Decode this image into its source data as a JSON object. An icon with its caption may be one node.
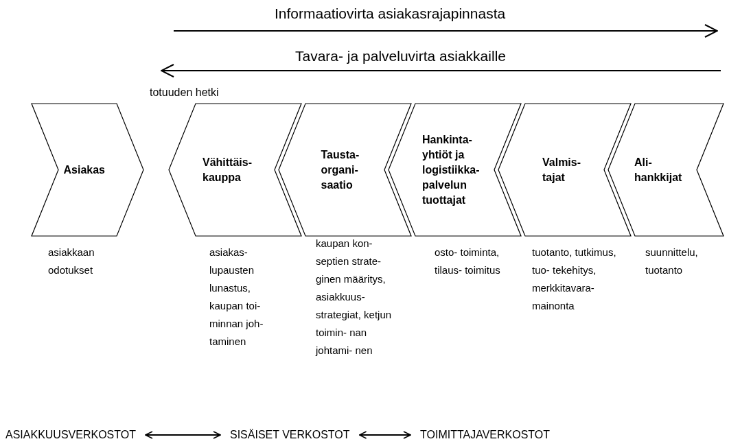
{
  "diagram": {
    "nodes": [
      {
        "text": [
          "Asiakas"
        ],
        "beside": [
          "asiakkaan odotukset"
        ]
      },
      {
        "text": [
          "Vähittäis- kauppa"
        ],
        "beside": [
          "asiakas- lupausten lunastus, kaupan toi- minnan joh- taminen"
        ]
      },
      {
        "text": [
          "Tausta- organi- saatio"
        ],
        "beside": [
          "kaupan kon- septien strate- ginen määritys, asiakkuus- strategiat, ketjun toimin- nan johtami- nen"
        ]
      },
      {
        "text": [
          "Hankinta- yhtiöt ja logistiikka- palvelun tuottajat"
        ],
        "beside": [
          "osto- toiminta, tilaus- toimitus"
        ]
      },
      {
        "text": [
          "Valmis- tajat"
        ],
        "beside": [
          "tuotanto, tutkimus, tuo- tekehitys, merkkitavara- mainonta"
        ]
      },
      {
        "text": [
          "Ali- hankkijat"
        ],
        "beside": [
          "suunnittelu, tuotanto"
        ]
      },
      {
        "text": [
          "ASIAKKUUSVERKOSTOT"
        ]
      },
      {
        "text": [
          "SISÄISET VERKOSTOT"
        ]
      },
      {
        "text": [
          "TOIMITTAJAVERKOSTOT"
        ]
      }
    ],
    "edges": [
      {
        "from": 6,
        "to": 7,
        "arrow": "both"
      },
      {
        "from": 7,
        "to": 8,
        "arrow": "both"
      }
    ],
    "labels": [
      "Informaatiovirta asiakasrajapinnasta",
      "Tavara- ja palveluvirta asiakkaille",
      "totuuden hetki"
    ]
  }
}
